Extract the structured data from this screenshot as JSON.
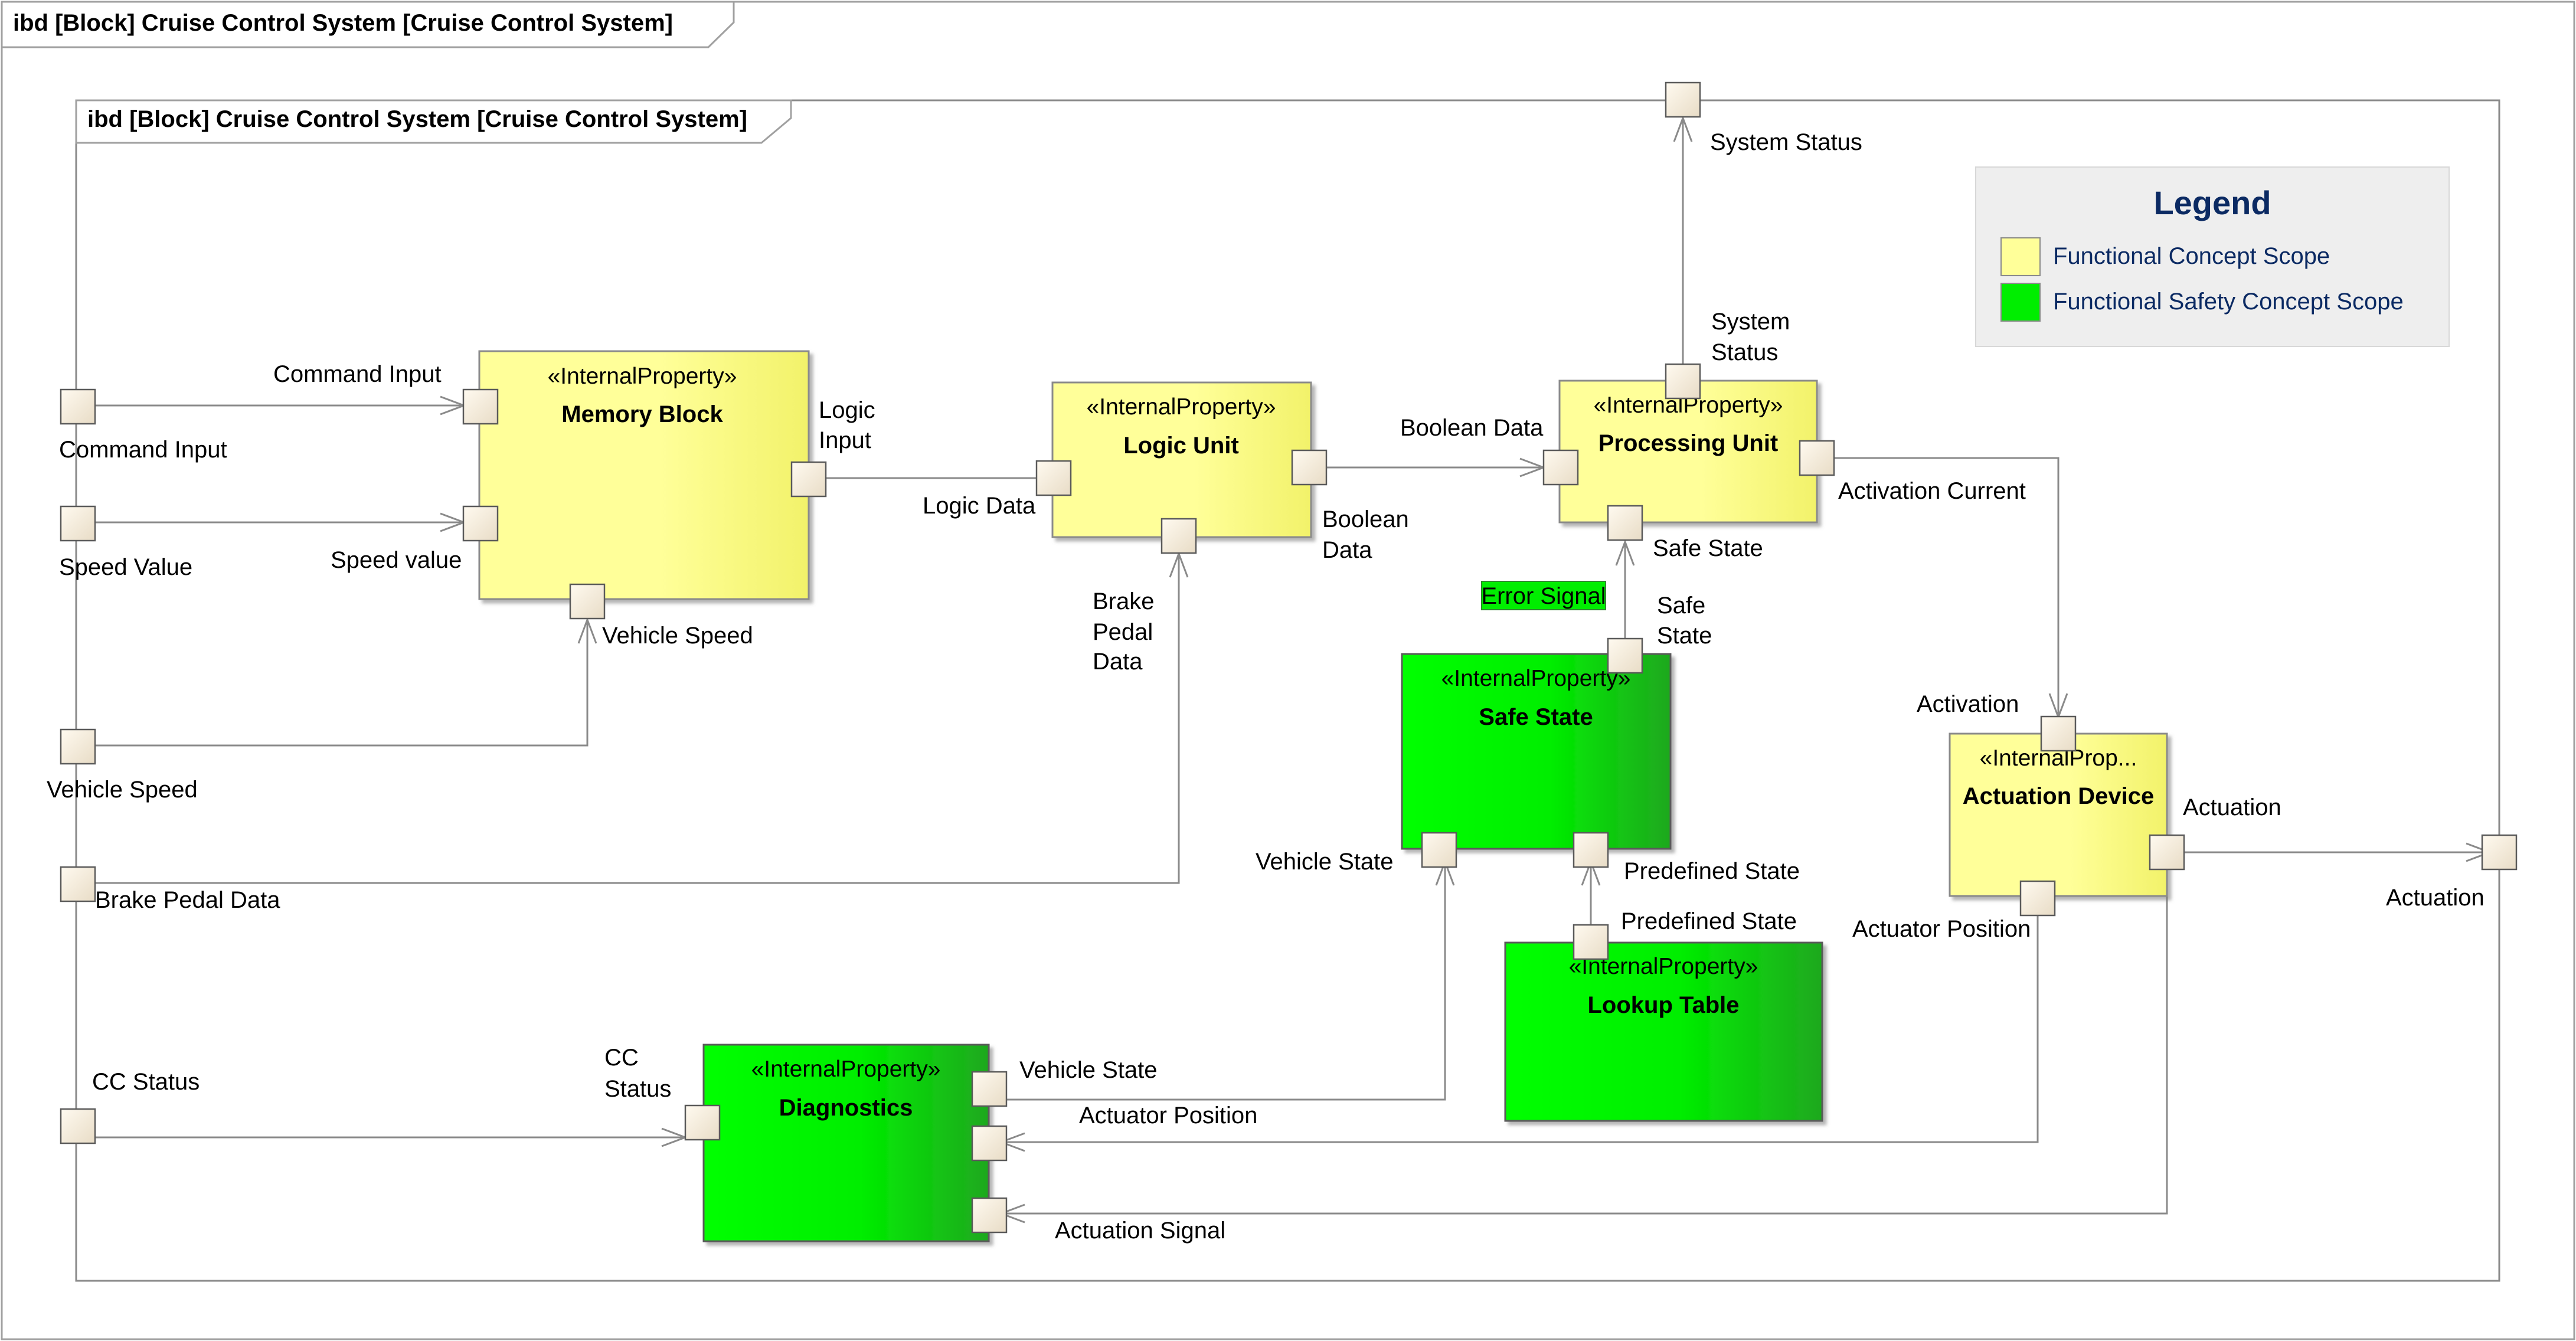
{
  "outer_frame": {
    "title": "ibd [Block] Cruise Control System [Cruise Control System]"
  },
  "inner_frame": {
    "title": "ibd [Block] Cruise Control System [Cruise Control System]"
  },
  "legend": {
    "title": "Legend",
    "items": [
      {
        "label": "Functional Concept Scope",
        "color": "#ffff99"
      },
      {
        "label": "Functional Safety Concept Scope",
        "color": "#00ee00"
      }
    ]
  },
  "blocks": {
    "memory_block": {
      "stereotype": "«InternalProperty»",
      "name": "Memory Block"
    },
    "logic_unit": {
      "stereotype": "«InternalProperty»",
      "name": "Logic Unit"
    },
    "processing_unit": {
      "stereotype": "«InternalProperty»",
      "name": "Processing Unit"
    },
    "safe_state": {
      "stereotype": "«InternalProperty»",
      "name": "Safe State"
    },
    "actuation_device": {
      "stereotype": "«InternalProp...",
      "name": "Actuation Device"
    },
    "lookup_table": {
      "stereotype": "«InternalProperty»",
      "name": "Lookup Table"
    },
    "diagnostics": {
      "stereotype": "«InternalProperty»",
      "name": "Diagnostics"
    }
  },
  "labels": {
    "command_input_ext": "Command Input",
    "command_input_in": "Command Input",
    "speed_value_ext": "Speed Value",
    "speed_value_in": "Speed value",
    "vehicle_speed_ext": "Vehicle Speed",
    "vehicle_speed_in": "Vehicle Speed",
    "brake_pedal_ext": "Brake Pedal Data",
    "brake_pedal_in": [
      "Brake",
      "Pedal",
      "Data"
    ],
    "cc_status_ext": "CC Status",
    "cc_status_in": [
      "CC",
      "Status"
    ],
    "logic_input": [
      "Logic",
      "Input"
    ],
    "logic_data": "Logic Data",
    "boolean_data_out": [
      "Boolean",
      "Data"
    ],
    "boolean_data_in": "Boolean Data",
    "system_status_in": [
      "System",
      "Status"
    ],
    "system_status_ext": "System Status",
    "activation_current": "Activation Current",
    "safe_state_pu": "Safe State",
    "safe_state_ss": [
      "Safe",
      "State"
    ],
    "error_signal": "Error Signal",
    "activation": "Activation",
    "actuation_out": "Actuation",
    "actuation_ext": "Actuation",
    "actuator_position_out": "Actuator Position",
    "vehicle_state_ss": "Vehicle State",
    "predefined_state_ss": "Predefined State",
    "predefined_state_lt": "Predefined State",
    "vehicle_state_diag": "Vehicle State",
    "actuator_position_diag": "Actuator Position",
    "actuation_signal_diag": "Actuation Signal"
  }
}
